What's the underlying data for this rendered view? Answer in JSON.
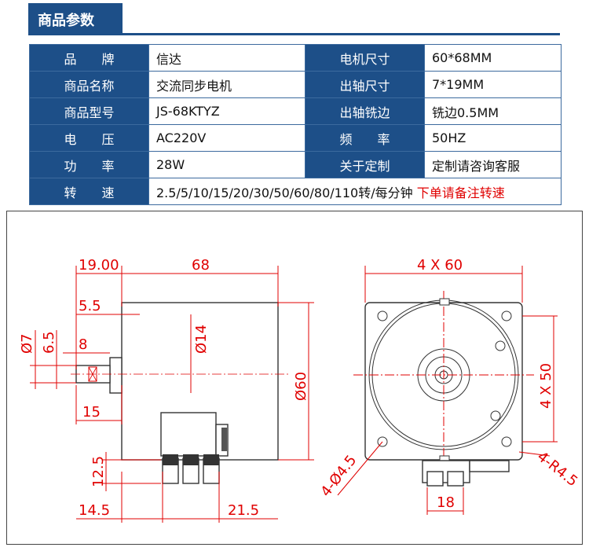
{
  "header": {
    "title": "商品参数"
  },
  "specs": [
    {
      "label": "品　　牌",
      "value": "信达",
      "label2": "电机尺寸",
      "value2": "60*68MM"
    },
    {
      "label": "商品名称",
      "value": "交流同步电机",
      "label2": "出轴尺寸",
      "value2": "7*19MM"
    },
    {
      "label": "商品型号",
      "value": "JS-68KTYZ",
      "label2": "出轴铣边",
      "value2": "铣边0.5MM"
    },
    {
      "label": "电　　压",
      "value": "AC220V",
      "label2": "频　　率",
      "value2": "50HZ"
    },
    {
      "label": "功　　率",
      "value": "28W",
      "label2": "关于定制",
      "value2": "定制请咨询客服"
    }
  ],
  "speed": {
    "label": "转　　速",
    "value": "2.5/5/10/15/20/30/50/60/80/110转/每分钟",
    "note": "下单请备注转速"
  },
  "dims": {
    "d19": "19.00",
    "d68": "68",
    "d55": "5.5",
    "d7": "Ø7",
    "d65": "6.5",
    "d8": "8",
    "d14": "Ø14",
    "d15": "15",
    "d60": "Ø60",
    "d125": "12.5",
    "d145": "14.5",
    "d215": "21.5",
    "d4x60": "4 X 60",
    "d4x50": "4 X 50",
    "dhole": "4-Ø4.5",
    "dr": "4-R4.5",
    "d18": "18"
  }
}
